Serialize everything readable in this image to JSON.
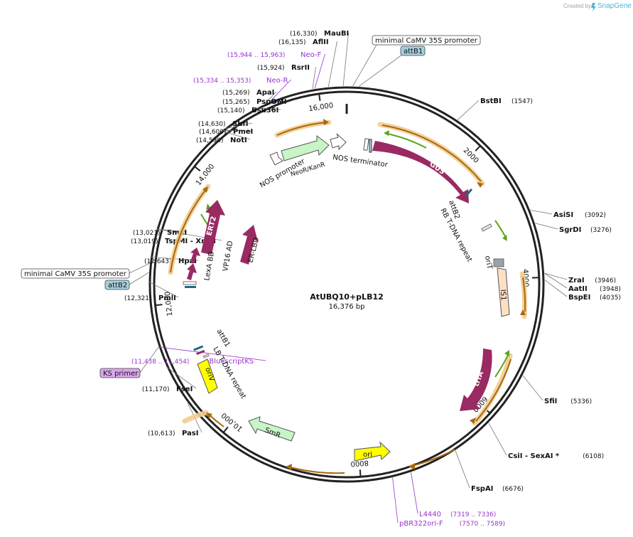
{
  "header": {
    "created_by": "Created by",
    "brand": "SnapGene"
  },
  "plasmid": {
    "name": "AtUBQ10+pLB12",
    "length_label": "16,376 bp",
    "total_bp": 16376
  },
  "colors": {
    "backbone": "#222222",
    "feature_dark": "#9a2a62",
    "primer_purple": "#9933cc",
    "orange_glow": "#f3cc8f",
    "orange_arrow": "#a46a10",
    "green_arrow": "#5ca51c",
    "smr_fill": "#c8f5c8",
    "ori_fill": "#ffff00",
    "is1_fill": "#fde0c4",
    "attb_fill": "#a6cfde"
  },
  "ruler": [
    {
      "bp": 16000,
      "label": "16,000"
    },
    {
      "bp": 2000,
      "label": "2000"
    },
    {
      "bp": 4000,
      "label": "4000"
    },
    {
      "bp": 6000,
      "label": "6000"
    },
    {
      "bp": 8000,
      "label": "8000"
    },
    {
      "bp": 10000,
      "label": "10,000"
    },
    {
      "bp": 12000,
      "label": "12,000"
    },
    {
      "bp": 14000,
      "label": "14,000"
    }
  ],
  "sites": [
    {
      "name": "MauBI",
      "pos": "(16,330)",
      "anchor": 16330,
      "side": "left",
      "cls": "enzyme"
    },
    {
      "name": "AflII",
      "pos": "(16,135)",
      "anchor": 16135,
      "side": "left",
      "cls": "enzyme"
    },
    {
      "name": "Neo-F",
      "pos": "(15,944 .. 15,963)",
      "anchor": 15953,
      "side": "left",
      "cls": "primer"
    },
    {
      "name": "RsrII",
      "pos": "(15,924)",
      "anchor": 15924,
      "side": "left",
      "cls": "enzyme"
    },
    {
      "name": "Neo-R",
      "pos": "(15,334 .. 15,353)",
      "anchor": 15343,
      "side": "left",
      "cls": "primer"
    },
    {
      "name": "ApaI",
      "pos": "(15,269)",
      "anchor": 15269,
      "side": "left",
      "cls": "enzyme"
    },
    {
      "name": "PspOMI",
      "pos": "(15,265)",
      "anchor": 15265,
      "side": "left",
      "cls": "enzyme"
    },
    {
      "name": "Bsu36I",
      "pos": "(15,140)",
      "anchor": 15140,
      "side": "left",
      "cls": "enzyme"
    },
    {
      "name": "SbfI",
      "pos": "(14,630)",
      "anchor": 14630,
      "side": "left",
      "cls": "enzyme"
    },
    {
      "name": "PmeI",
      "pos": "(14,600)",
      "anchor": 14600,
      "side": "left",
      "cls": "enzyme"
    },
    {
      "name": "NotI",
      "pos": "(14,590)",
      "anchor": 14590,
      "side": "left",
      "cls": "enzyme"
    },
    {
      "name": "SmaI",
      "pos": "(13,021)",
      "anchor": 13021,
      "side": "left",
      "cls": "enzyme"
    },
    {
      "name": "TspMI - XmaI",
      "pos": "(13,019)",
      "anchor": 13019,
      "side": "left",
      "cls": "enzyme"
    },
    {
      "name": "HpaI",
      "pos": "(12,643)",
      "anchor": 12643,
      "side": "left",
      "cls": "enzyme"
    },
    {
      "name": "minimal CaMV 35S promoter",
      "pos": "",
      "anchor": 12560,
      "side": "left",
      "cls": "boxed"
    },
    {
      "name": "attB2",
      "pos": "",
      "anchor": 12440,
      "side": "left",
      "cls": "attb"
    },
    {
      "name": "PmlI",
      "pos": "(12,321)",
      "anchor": 12321,
      "side": "left",
      "cls": "enzyme"
    },
    {
      "name": "pBluescriptKS",
      "pos": "(11,438 .. 11,454)",
      "anchor": 11446,
      "side": "left",
      "cls": "primer"
    },
    {
      "name": "KS primer",
      "pos": "",
      "anchor": 11446,
      "side": "left",
      "cls": "kspri"
    },
    {
      "name": "FseI",
      "pos": "(11,170)",
      "anchor": 11170,
      "side": "left",
      "cls": "enzyme"
    },
    {
      "name": "PasI",
      "pos": "(10,613)",
      "anchor": 10613,
      "side": "left",
      "cls": "enzyme"
    },
    {
      "name": "minimal CaMV 35S promoter",
      "pos": "",
      "anchor": 80,
      "side": "right",
      "cls": "boxed"
    },
    {
      "name": "attB1",
      "pos": "",
      "anchor": 160,
      "side": "right",
      "cls": "attb"
    },
    {
      "name": "BstBI",
      "pos": "(1547)",
      "anchor": 1547,
      "side": "right",
      "cls": "enzyme"
    },
    {
      "name": "AsiSI",
      "pos": "(3092)",
      "anchor": 3092,
      "side": "right",
      "cls": "enzyme"
    },
    {
      "name": "SgrDI",
      "pos": "(3276)",
      "anchor": 3276,
      "side": "right",
      "cls": "enzyme"
    },
    {
      "name": "ZraI",
      "pos": "(3946)",
      "anchor": 3946,
      "side": "right",
      "cls": "enzyme"
    },
    {
      "name": "AatII",
      "pos": "(3948)",
      "anchor": 3948,
      "side": "right",
      "cls": "enzyme"
    },
    {
      "name": "BspEI",
      "pos": "(4035)",
      "anchor": 4035,
      "side": "right",
      "cls": "enzyme"
    },
    {
      "name": "SfiI",
      "pos": "(5336)",
      "anchor": 5336,
      "side": "right",
      "cls": "enzyme"
    },
    {
      "name": "CsiI - SexAI *",
      "pos": "(6108)",
      "anchor": 6108,
      "side": "right",
      "cls": "enzyme"
    },
    {
      "name": "FspAI",
      "pos": "(6676)",
      "anchor": 6676,
      "side": "right",
      "cls": "enzyme"
    },
    {
      "name": "L4440",
      "pos": "(7319 .. 7336)",
      "anchor": 7327,
      "side": "right",
      "cls": "primer"
    },
    {
      "name": "pBR322ori-F",
      "pos": "(7570 .. 7589)",
      "anchor": 7580,
      "side": "right",
      "cls": "primer"
    }
  ],
  "features": [
    {
      "name": "GUS",
      "kind": "dark"
    },
    {
      "name": "NOS terminator",
      "kind": "text"
    },
    {
      "name": "NeoR/KanR",
      "kind": "green"
    },
    {
      "name": "NOS promoter",
      "kind": "text"
    },
    {
      "name": "attB2",
      "kind": "text"
    },
    {
      "name": "RB T-DNA repeat",
      "kind": "text"
    },
    {
      "name": "oriT",
      "kind": "text"
    },
    {
      "name": "IS1",
      "kind": "peach"
    },
    {
      "name": "trfA",
      "kind": "dark"
    },
    {
      "name": "ori",
      "kind": "yellow"
    },
    {
      "name": "SmR",
      "kind": "green"
    },
    {
      "name": "oriV",
      "kind": "yellow"
    },
    {
      "name": "attB1",
      "kind": "text"
    },
    {
      "name": "LB T-DNA repeat",
      "kind": "text"
    },
    {
      "name": "ERT2",
      "kind": "dark"
    },
    {
      "name": "ER-LBD",
      "kind": "dark"
    },
    {
      "name": "VP16 AD",
      "kind": "text"
    },
    {
      "name": "LexA BD",
      "kind": "text"
    }
  ]
}
